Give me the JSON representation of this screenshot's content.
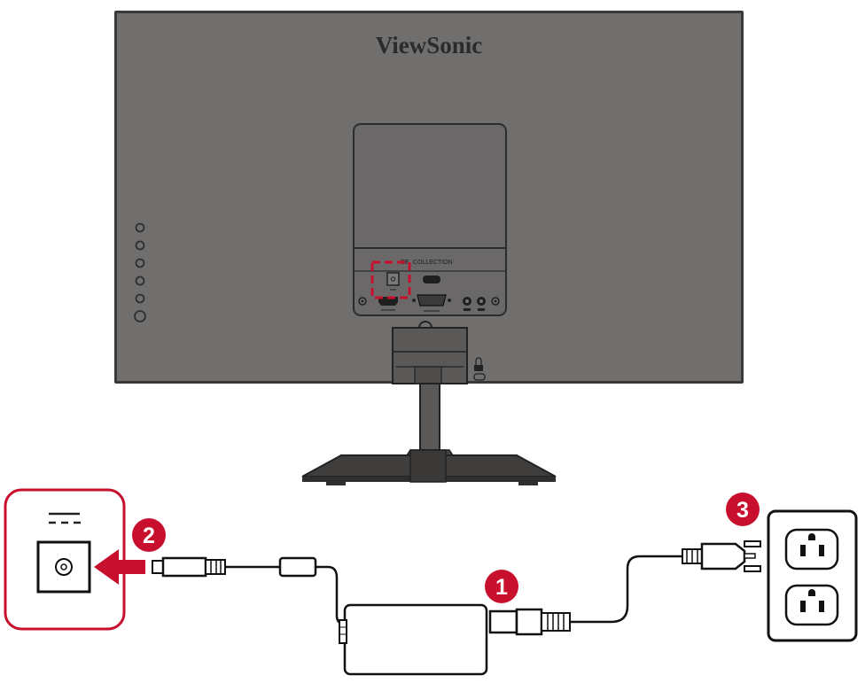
{
  "monitor": {
    "brand_logo": "ViewSonic",
    "io_panel_label": "COLLECTION"
  },
  "steps": [
    {
      "number": "1"
    },
    {
      "number": "2"
    },
    {
      "number": "3"
    }
  ],
  "colors": {
    "highlight": "#c8102e",
    "monitor_body": "#6f6d6c",
    "monitor_frame": "#3c3b3a",
    "stand": "#555453"
  },
  "icons": [
    "dc-power-symbol-icon",
    "power-port-icon",
    "insert-arrow-icon",
    "power-adapter-icon",
    "ac-plug-icon",
    "wall-outlet-icon"
  ]
}
